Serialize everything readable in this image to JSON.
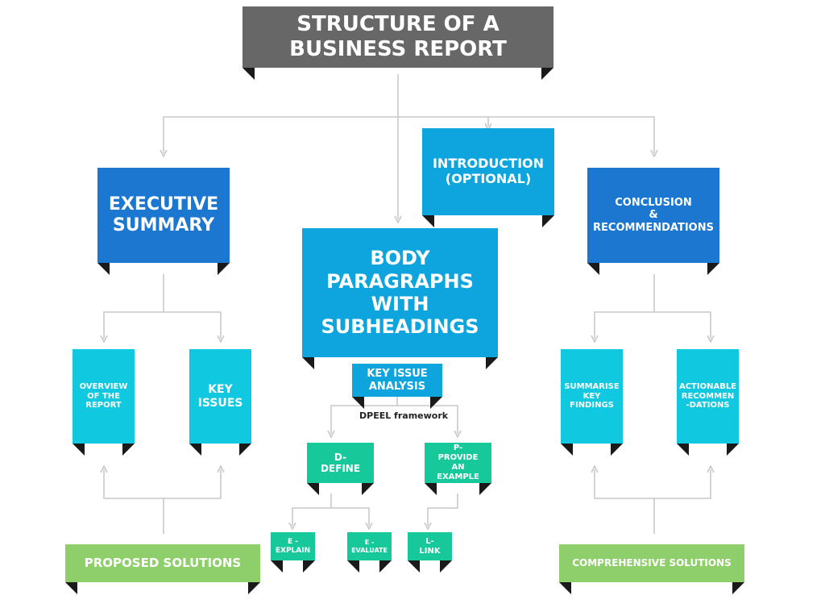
{
  "colors": {
    "title_bg": "#676767",
    "dark_blue": "#1b77cf",
    "mid_blue": "#0ea5df",
    "cyan": "#10c8df",
    "teal": "#17c89b",
    "green": "#8fcf6b",
    "connector": "#c9c9c9",
    "fold": "#1a1a1a"
  },
  "title": "STRUCTURE OF A\nBUSINESS REPORT",
  "sections": {
    "executive_summary": "EXECUTIVE\nSUMMARY",
    "introduction": "INTRODUCTION\n(OPTIONAL)",
    "body_paragraphs": "BODY\nPARAGRAPHS\nWITH\nSUBHEADINGS",
    "conclusion": "CONCLUSION\n&\nRECOMMENDATIONS"
  },
  "executive_children": {
    "overview": "OVERVIEW\nOF THE\nREPORT",
    "key_issues": "KEY\nISSUES"
  },
  "key_issue_analysis": "KEY ISSUE\nANALYSIS",
  "framework_label": "DPEEL framework",
  "dpeel": {
    "define": "D-\nDEFINE",
    "provide_example": "P-\nPROVIDE\nAN\nEXAMPLE",
    "explain": "E -\nEXPLAIN",
    "evaluate": "E -\nEVALUATE",
    "link": "L-\nLINK"
  },
  "conclusion_children": {
    "summarise": "SUMMARISE\nKEY\nFINDINGS",
    "actionable": "ACTIONABLE\nRECOMMEN\n-DATIONS"
  },
  "footers": {
    "proposed_solutions": "PROPOSED SOLUTIONS",
    "comprehensive_solutions": "COMPREHENSIVE SOLUTIONS"
  }
}
